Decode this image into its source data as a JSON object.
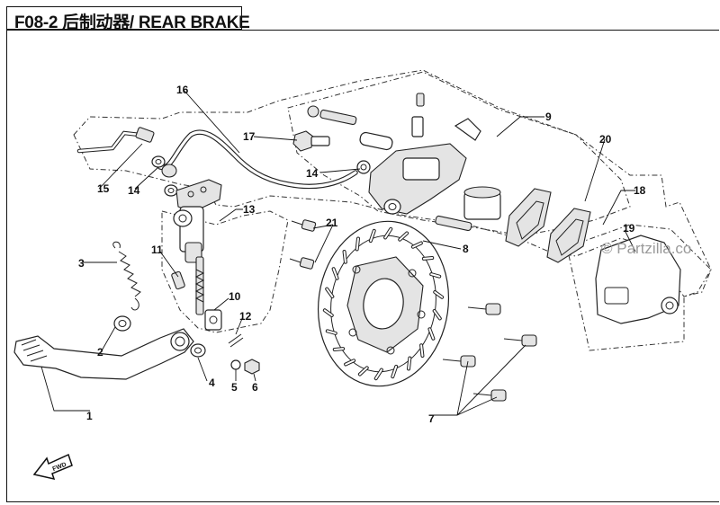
{
  "title": "F08-2 后制动器/ REAR BRAKE",
  "watermark": "© Partzilla.co",
  "callouts": {
    "c1": "1",
    "c2": "2",
    "c3": "3",
    "c4": "4",
    "c5": "5",
    "c6": "6",
    "c7": "7",
    "c8": "8",
    "c9": "9",
    "c10": "10",
    "c11": "11",
    "c12": "12",
    "c13": "13",
    "c14a": "14",
    "c14b": "14",
    "c15": "15",
    "c16": "16",
    "c17": "17",
    "c18": "18",
    "c19": "19",
    "c20": "20",
    "c21": "21"
  },
  "fwd_label": "FWD"
}
